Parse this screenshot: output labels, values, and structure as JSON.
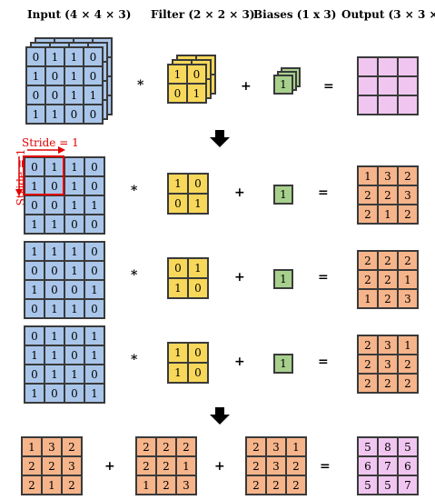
{
  "headers": {
    "input": "Input (4 × 4 × 3)",
    "filter": "Filter (2 × 2 × 3)",
    "biases": "Biases (1 x 3)",
    "output": "Output (3 × 3 × 1)"
  },
  "ops": {
    "multiply": "*",
    "plus": "+",
    "equals": "="
  },
  "stride": {
    "horizontal": "Stride = 1",
    "vertical": "Stride = 1"
  },
  "overview": {
    "input": [
      [
        0,
        1,
        1,
        0
      ],
      [
        1,
        0,
        1,
        0
      ],
      [
        0,
        0,
        1,
        1
      ],
      [
        1,
        1,
        0,
        0
      ]
    ],
    "filter": [
      [
        1,
        0
      ],
      [
        0,
        1
      ]
    ],
    "bias": "1"
  },
  "channels": [
    {
      "input": [
        [
          0,
          1,
          1,
          0
        ],
        [
          1,
          0,
          1,
          0
        ],
        [
          0,
          0,
          1,
          1
        ],
        [
          1,
          1,
          0,
          0
        ]
      ],
      "filter": [
        [
          1,
          0
        ],
        [
          0,
          1
        ]
      ],
      "bias": "1",
      "output": [
        [
          1,
          3,
          2
        ],
        [
          2,
          2,
          3
        ],
        [
          2,
          1,
          2
        ]
      ]
    },
    {
      "input": [
        [
          1,
          1,
          1,
          0
        ],
        [
          0,
          0,
          1,
          0
        ],
        [
          1,
          0,
          0,
          1
        ],
        [
          0,
          1,
          1,
          0
        ]
      ],
      "filter": [
        [
          0,
          1
        ],
        [
          1,
          0
        ]
      ],
      "bias": "1",
      "output": [
        [
          2,
          2,
          2
        ],
        [
          2,
          2,
          1
        ],
        [
          1,
          2,
          3
        ]
      ]
    },
    {
      "input": [
        [
          0,
          1,
          0,
          1
        ],
        [
          1,
          1,
          0,
          1
        ],
        [
          0,
          1,
          1,
          0
        ],
        [
          1,
          0,
          0,
          1
        ]
      ],
      "filter": [
        [
          1,
          0
        ],
        [
          1,
          0
        ]
      ],
      "bias": "1",
      "output": [
        [
          2,
          3,
          1
        ],
        [
          2,
          3,
          2
        ],
        [
          2,
          2,
          2
        ]
      ]
    }
  ],
  "sum": {
    "terms": [
      [
        [
          1,
          3,
          2
        ],
        [
          2,
          2,
          3
        ],
        [
          2,
          1,
          2
        ]
      ],
      [
        [
          2,
          2,
          2
        ],
        [
          2,
          2,
          1
        ],
        [
          1,
          2,
          3
        ]
      ],
      [
        [
          2,
          3,
          1
        ],
        [
          2,
          3,
          2
        ],
        [
          2,
          2,
          2
        ]
      ]
    ],
    "result": [
      [
        5,
        8,
        5
      ],
      [
        6,
        7,
        6
      ],
      [
        5,
        5,
        7
      ]
    ]
  },
  "colors": {
    "input": "#a9c6ea",
    "filter": "#f7d85a",
    "bias": "#a8d08d",
    "channel_output": "#f6b48a",
    "final_output": "#f0c6f0",
    "stride": "#e00000"
  },
  "icons": {
    "arrow": "down-arrow-icon"
  }
}
